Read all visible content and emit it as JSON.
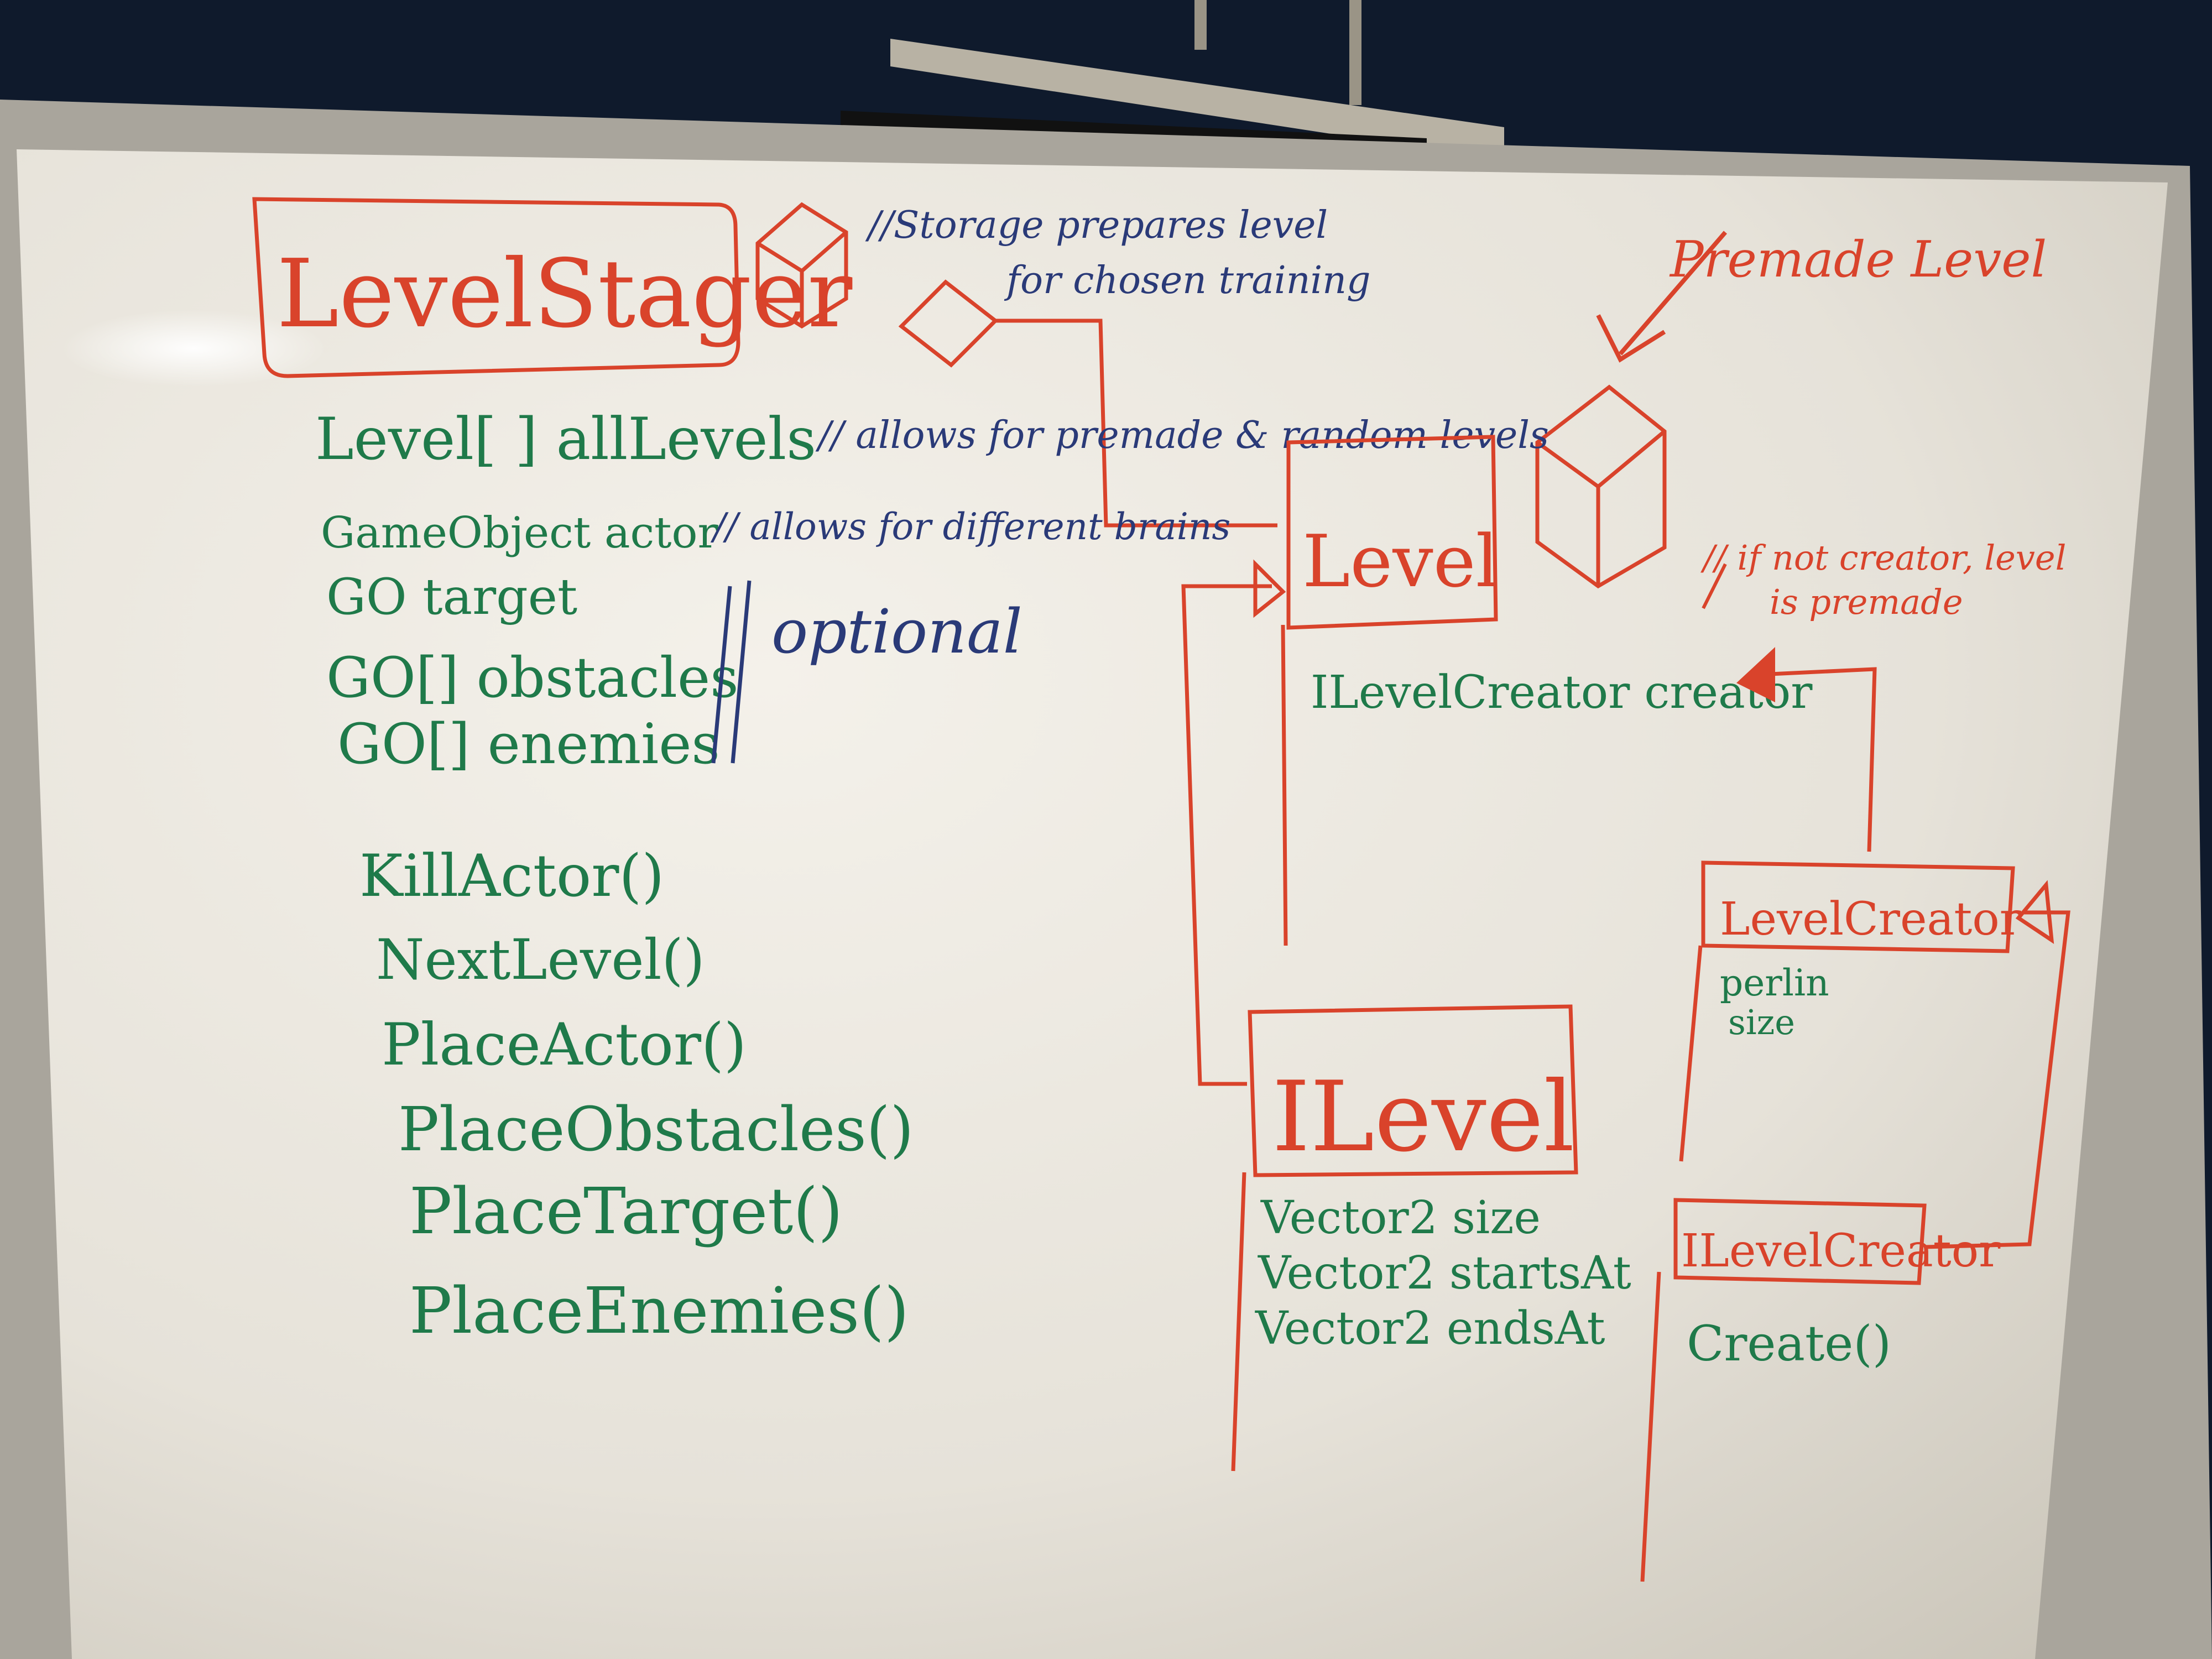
{
  "scene": {
    "level_stager": {
      "title": "LevelStager",
      "fields": [
        "Level[ ]  allLevels",
        "GameObject  actor",
        "GO  target",
        "GO[] obstacles",
        "GO[] enemies"
      ],
      "optional_label": "optional",
      "methods": [
        "KillActor()",
        "NextLevel()",
        "PlaceActor()",
        "PlaceObstacles()",
        "PlaceTarget()",
        "PlaceEnemies()"
      ]
    },
    "comments": {
      "storage": [
        "//Storage prepares level",
        "for chosen training"
      ],
      "all_levels": "// allows for premade & random levels",
      "actor": "// allows for different brains",
      "creator": [
        "// if not creator, level",
        "is premade"
      ]
    },
    "premade_label": "Premade Level",
    "level_box": {
      "title": "Level",
      "field": "ILevelCreator creator"
    },
    "ilevel_box": {
      "title": "ILevel",
      "fields": [
        "Vector2  size",
        "Vector2  startsAt",
        "Vector2  endsAt"
      ]
    },
    "level_creator_box": {
      "title": "LevelCreator",
      "fields": [
        "perlin",
        "size"
      ]
    },
    "ilevel_creator_box": {
      "title": "ILevelCreator",
      "method": "Create()"
    },
    "colors": {
      "red_marker": "#d9432b",
      "green_marker": "#1f7a4a",
      "blue_marker": "#2a3a78",
      "board": "#eeebe4"
    }
  }
}
